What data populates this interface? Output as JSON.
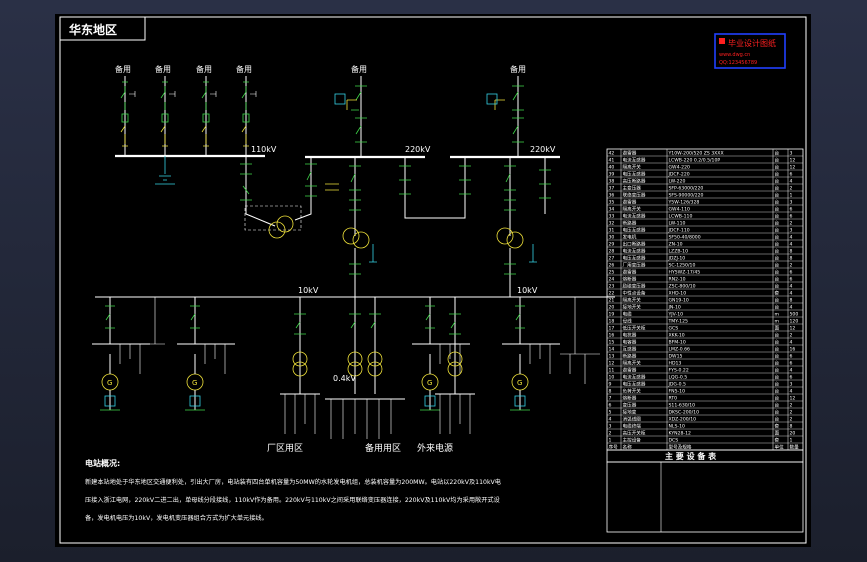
{
  "title_block": "华东地区",
  "stamp": {
    "lines": [
      "毕业设计图纸",
      "www.dwg.cn",
      "QQ:123456789"
    ],
    "color": "#ff2020",
    "border": "#2040ff"
  },
  "voltage_labels": {
    "kv110": "110kV",
    "kv220_left": "220kV",
    "kv220_right": "220kV",
    "kv10_left": "10kV",
    "kv10_right": "10kV",
    "kv04": "0.4kV"
  },
  "feeder_labels": [
    "备用",
    "备用",
    "备用",
    "备用",
    "备用",
    "备用"
  ],
  "bottom_labels": {
    "factory": "厂区用区",
    "spare": "备用用区",
    "outside": "外来电源"
  },
  "notes": {
    "heading": "电站概况:",
    "lines": [
      "新建本站地处于华东地区交通便利处，引出大厂房，电站装有四台单机容量为50MW的水轮发电机组，总装机容量为200MW。电站以220kV及110kV电",
      "压接入浙江电网，220kV二进二出，单母线分段接线，110kV作为备用。220kV与110kV之间采用联络变压器连接，220kV及110kV均为采用敞开式设",
      "备，发电机电压为10kV，发电机变压器组合方式为扩大单元接线。"
    ]
  },
  "equipment_table": {
    "title": "主 要 设 备 表",
    "header": [
      "序号",
      "名称",
      "型号及规格",
      "单位",
      "数量"
    ],
    "rows": [
      [
        "42",
        "避雷器",
        "Y10W-200/520 ZS 3XXX",
        "台",
        "3"
      ],
      [
        "41",
        "电流互感器",
        "LCWB-220 0.2/0.5/10P",
        "台",
        "12"
      ],
      [
        "40",
        "隔离开关",
        "GW4-220",
        "台",
        "12"
      ],
      [
        "39",
        "电压互感器",
        "JDCF-220",
        "台",
        "6"
      ],
      [
        "38",
        "高压断路器",
        "LW-220",
        "台",
        "4"
      ],
      [
        "37",
        "主变压器",
        "SFP-63000/220",
        "台",
        "2"
      ],
      [
        "36",
        "联络变压器",
        "SFS-90000/220",
        "台",
        "1"
      ],
      [
        "35",
        "避雷器",
        "Y5W-126/328",
        "台",
        "3"
      ],
      [
        "34",
        "隔离开关",
        "GW4-110",
        "台",
        "6"
      ],
      [
        "33",
        "电流互感器",
        "LCWB-110",
        "台",
        "6"
      ],
      [
        "32",
        "断路器",
        "LW-110",
        "台",
        "2"
      ],
      [
        "31",
        "电压互感器",
        "JDCF-110",
        "台",
        "3"
      ],
      [
        "30",
        "发电机",
        "SF50-40/8000",
        "台",
        "4"
      ],
      [
        "29",
        "出口断路器",
        "ZN-10",
        "台",
        "4"
      ],
      [
        "28",
        "电流互感器",
        "LZZB-10",
        "台",
        "8"
      ],
      [
        "27",
        "电压互感器",
        "JDZJ-10",
        "台",
        "8"
      ],
      [
        "26",
        "厂用变压器",
        "SC-1250/10",
        "台",
        "2"
      ],
      [
        "25",
        "避雷器",
        "HY5WZ-17/45",
        "台",
        "6"
      ],
      [
        "24",
        "熔断器",
        "RN2-10",
        "台",
        "6"
      ],
      [
        "23",
        "励磁变压器",
        "ZSC-800/10",
        "台",
        "4"
      ],
      [
        "22",
        "中性点设备",
        "XHD-10",
        "套",
        "4"
      ],
      [
        "21",
        "隔离开关",
        "GN19-10",
        "台",
        "8"
      ],
      [
        "20",
        "接地开关",
        "JN-10",
        "台",
        "4"
      ],
      [
        "19",
        "电缆",
        "YJV-10",
        "m",
        "500"
      ],
      [
        "18",
        "母线",
        "TMY-125",
        "m",
        "120"
      ],
      [
        "17",
        "低压开关柜",
        "GCS",
        "面",
        "12"
      ],
      [
        "16",
        "电抗器",
        "XKK-10",
        "台",
        "2"
      ],
      [
        "15",
        "电容器",
        "BFM-10",
        "台",
        "4"
      ],
      [
        "14",
        "互感器",
        "LMZ-0.66",
        "台",
        "16"
      ],
      [
        "13",
        "断路器",
        "DW15",
        "台",
        "6"
      ],
      [
        "12",
        "隔离开关",
        "HD13",
        "台",
        "6"
      ],
      [
        "11",
        "避雷器",
        "FYS-0.22",
        "台",
        "4"
      ],
      [
        "10",
        "电流互感器",
        "LQG-0.5",
        "台",
        "6"
      ],
      [
        "9",
        "电压互感器",
        "JDG-0.5",
        "台",
        "3"
      ],
      [
        "8",
        "负荷开关",
        "FN5-10",
        "台",
        "4"
      ],
      [
        "7",
        "熔断器",
        "RT0",
        "台",
        "12"
      ],
      [
        "6",
        "变压器",
        "S11-630/10",
        "台",
        "2"
      ],
      [
        "5",
        "接地变",
        "DKSC-200/10",
        "台",
        "2"
      ],
      [
        "4",
        "消弧线圈",
        "XDZ-200/10",
        "台",
        "2"
      ],
      [
        "3",
        "电缆终端",
        "NLS-10",
        "套",
        "8"
      ],
      [
        "2",
        "高压开关柜",
        "KYN28-12",
        "面",
        "20"
      ],
      [
        "1",
        "主控设备",
        "DCS",
        "套",
        "1"
      ]
    ]
  }
}
